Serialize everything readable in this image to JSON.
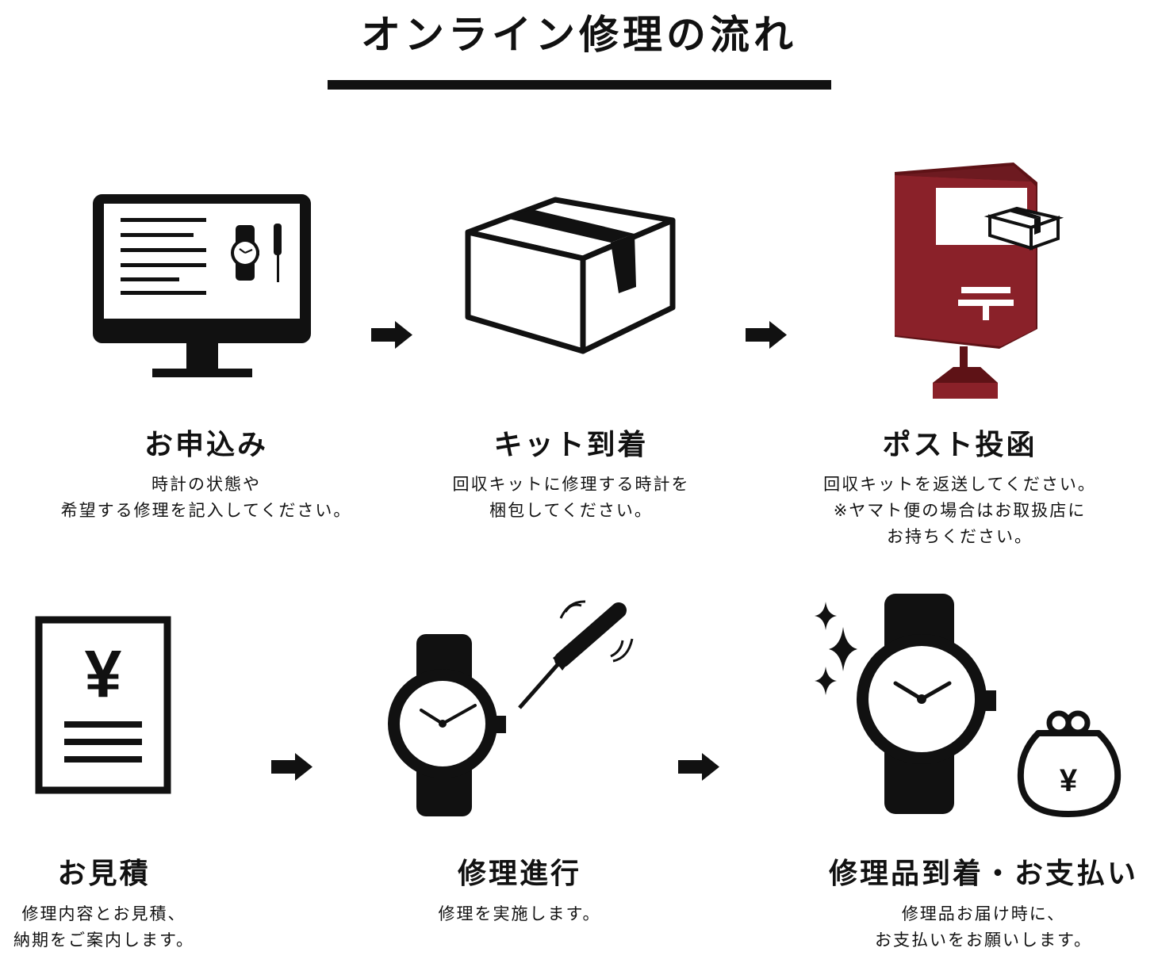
{
  "title": "オンライン修理の流れ",
  "colors": {
    "ink": "#111111",
    "post_red": "#8a2129",
    "post_dark": "#5e1216",
    "white": "#ffffff"
  },
  "steps": [
    {
      "icon": "computer-monitor-icon",
      "title": "お申込み",
      "desc": [
        "時計の状態や",
        "希望する修理を記入してください。"
      ]
    },
    {
      "icon": "cardboard-box-icon",
      "title": "キット到着",
      "desc": [
        "回収キットに修理する時計を",
        "梱包してください。"
      ]
    },
    {
      "icon": "post-box-icon",
      "title": "ポスト投函",
      "desc": [
        "回収キットを返送してください。",
        "※ヤマト便の場合はお取扱店に",
        "お持ちください。"
      ]
    },
    {
      "icon": "estimate-document-icon",
      "title": "お見積",
      "desc": [
        "修理内容とお見積、",
        "納期をご案内します。"
      ]
    },
    {
      "icon": "watch-repair-icon",
      "title": "修理進行",
      "desc": [
        "修理を実施します。"
      ]
    },
    {
      "icon": "watch-and-purse-icon",
      "title": "修理品到着・お支払い",
      "desc": [
        "修理品お届け時に、",
        "お支払いをお願いします。"
      ]
    }
  ],
  "yen_symbol": "¥"
}
